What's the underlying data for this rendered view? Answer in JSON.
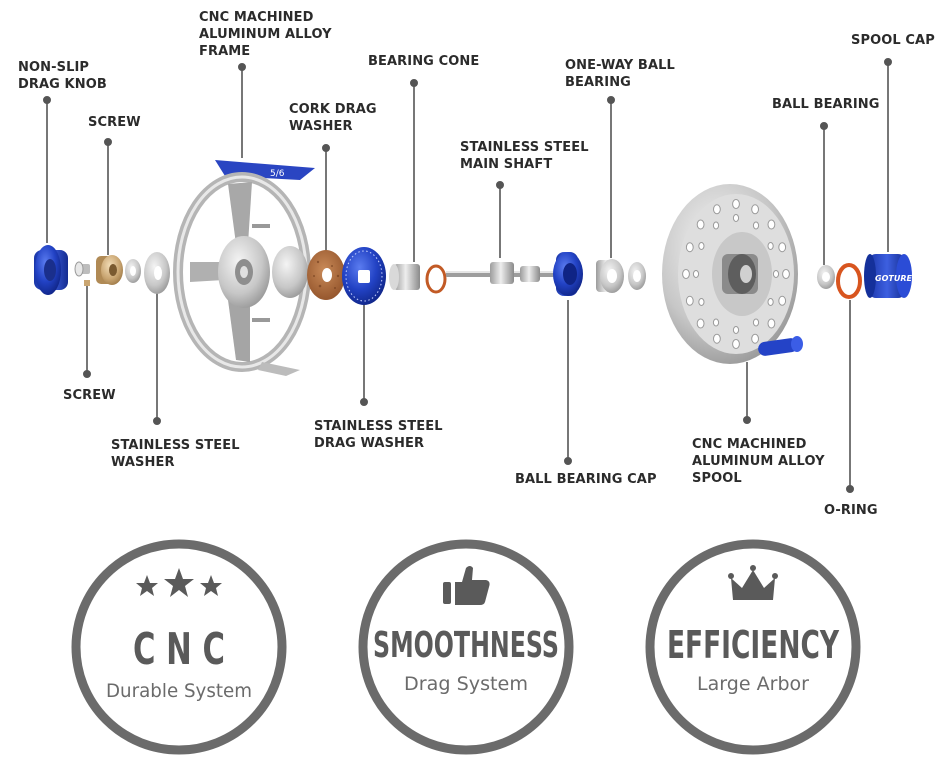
{
  "labels": {
    "non_slip_drag_knob": "NON-SLIP\nDRAG KNOB",
    "screw_top": "SCREW",
    "frame": "CNC MACHINED\nALUMINUM ALLOY\nFRAME",
    "cork_drag_washer": "CORK DRAG\nWASHER",
    "bearing_cone": "BEARING CONE",
    "main_shaft": "STAINLESS STEEL\nMAIN SHAFT",
    "one_way_bearing": "ONE-WAY BALL\nBEARING",
    "ball_bearing": "BALL BEARING",
    "spool_cap": "SPOOL CAP",
    "screw_bottom": "SCREW",
    "steel_washer": "STAINLESS STEEL\nWASHER",
    "steel_drag_washer": "STAINLESS STEEL\nDRAG WASHER",
    "ball_bearing_cap": "BALL BEARING CAP",
    "spool": "CNC MACHINED\nALUMINUM ALLOY\nSPOOL",
    "o_ring": "O-RING"
  },
  "reel_markings": {
    "frame_size": "5/6",
    "brand": "GOTURE"
  },
  "badges": [
    {
      "title": "C N C",
      "subtitle": "Durable System",
      "icon": "three-stars-icon"
    },
    {
      "title": "SMOOTHNESS",
      "subtitle": "Drag System",
      "icon": "thumbs-up-icon"
    },
    {
      "title": "EFFICIENCY",
      "subtitle": "Large Arbor",
      "icon": "crown-icon"
    }
  ],
  "colors": {
    "text": "#2b2b2b",
    "leader": "#555555",
    "badge_ring": "#6b6b6b",
    "blue": "#1f3fb8",
    "cork": "#b06a3c",
    "brass": "#c9a571",
    "orange_ring": "#d8551f",
    "silver": "#c8c8c8"
  }
}
